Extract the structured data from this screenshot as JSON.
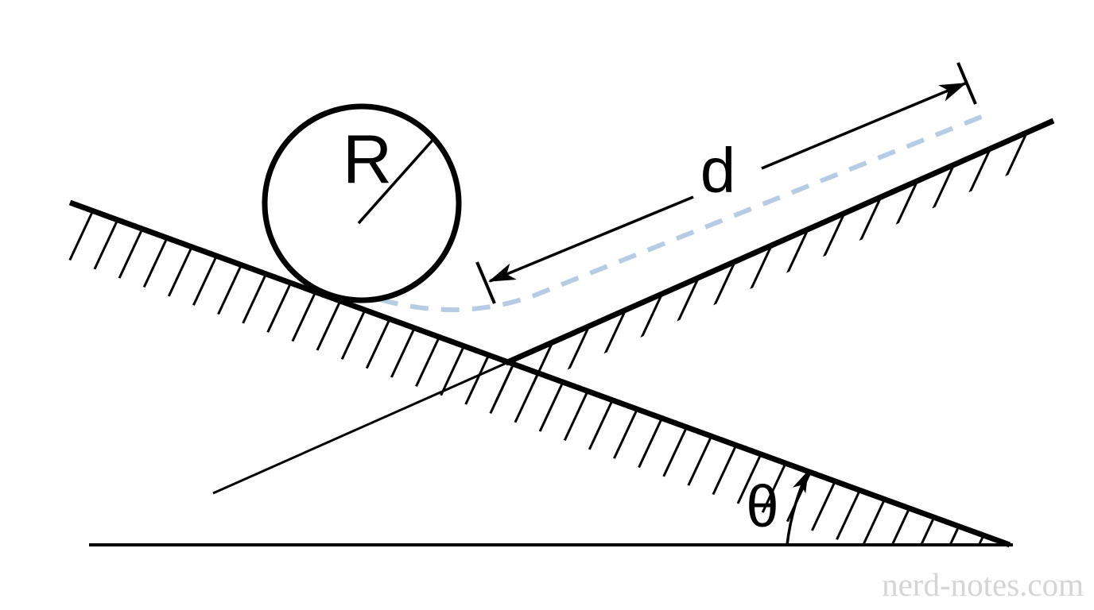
{
  "diagram": {
    "description": "Ball on incline rolling into a valley and up an opposite slope",
    "labels": {
      "radius": "R",
      "distance": "d",
      "angle": "θ"
    },
    "watermark": "nerd-notes.com",
    "colors": {
      "ink": "#000000",
      "trajectory_dash": "#b6cce4",
      "watermark": "#d5d5d5",
      "background": "#ffffff"
    }
  }
}
